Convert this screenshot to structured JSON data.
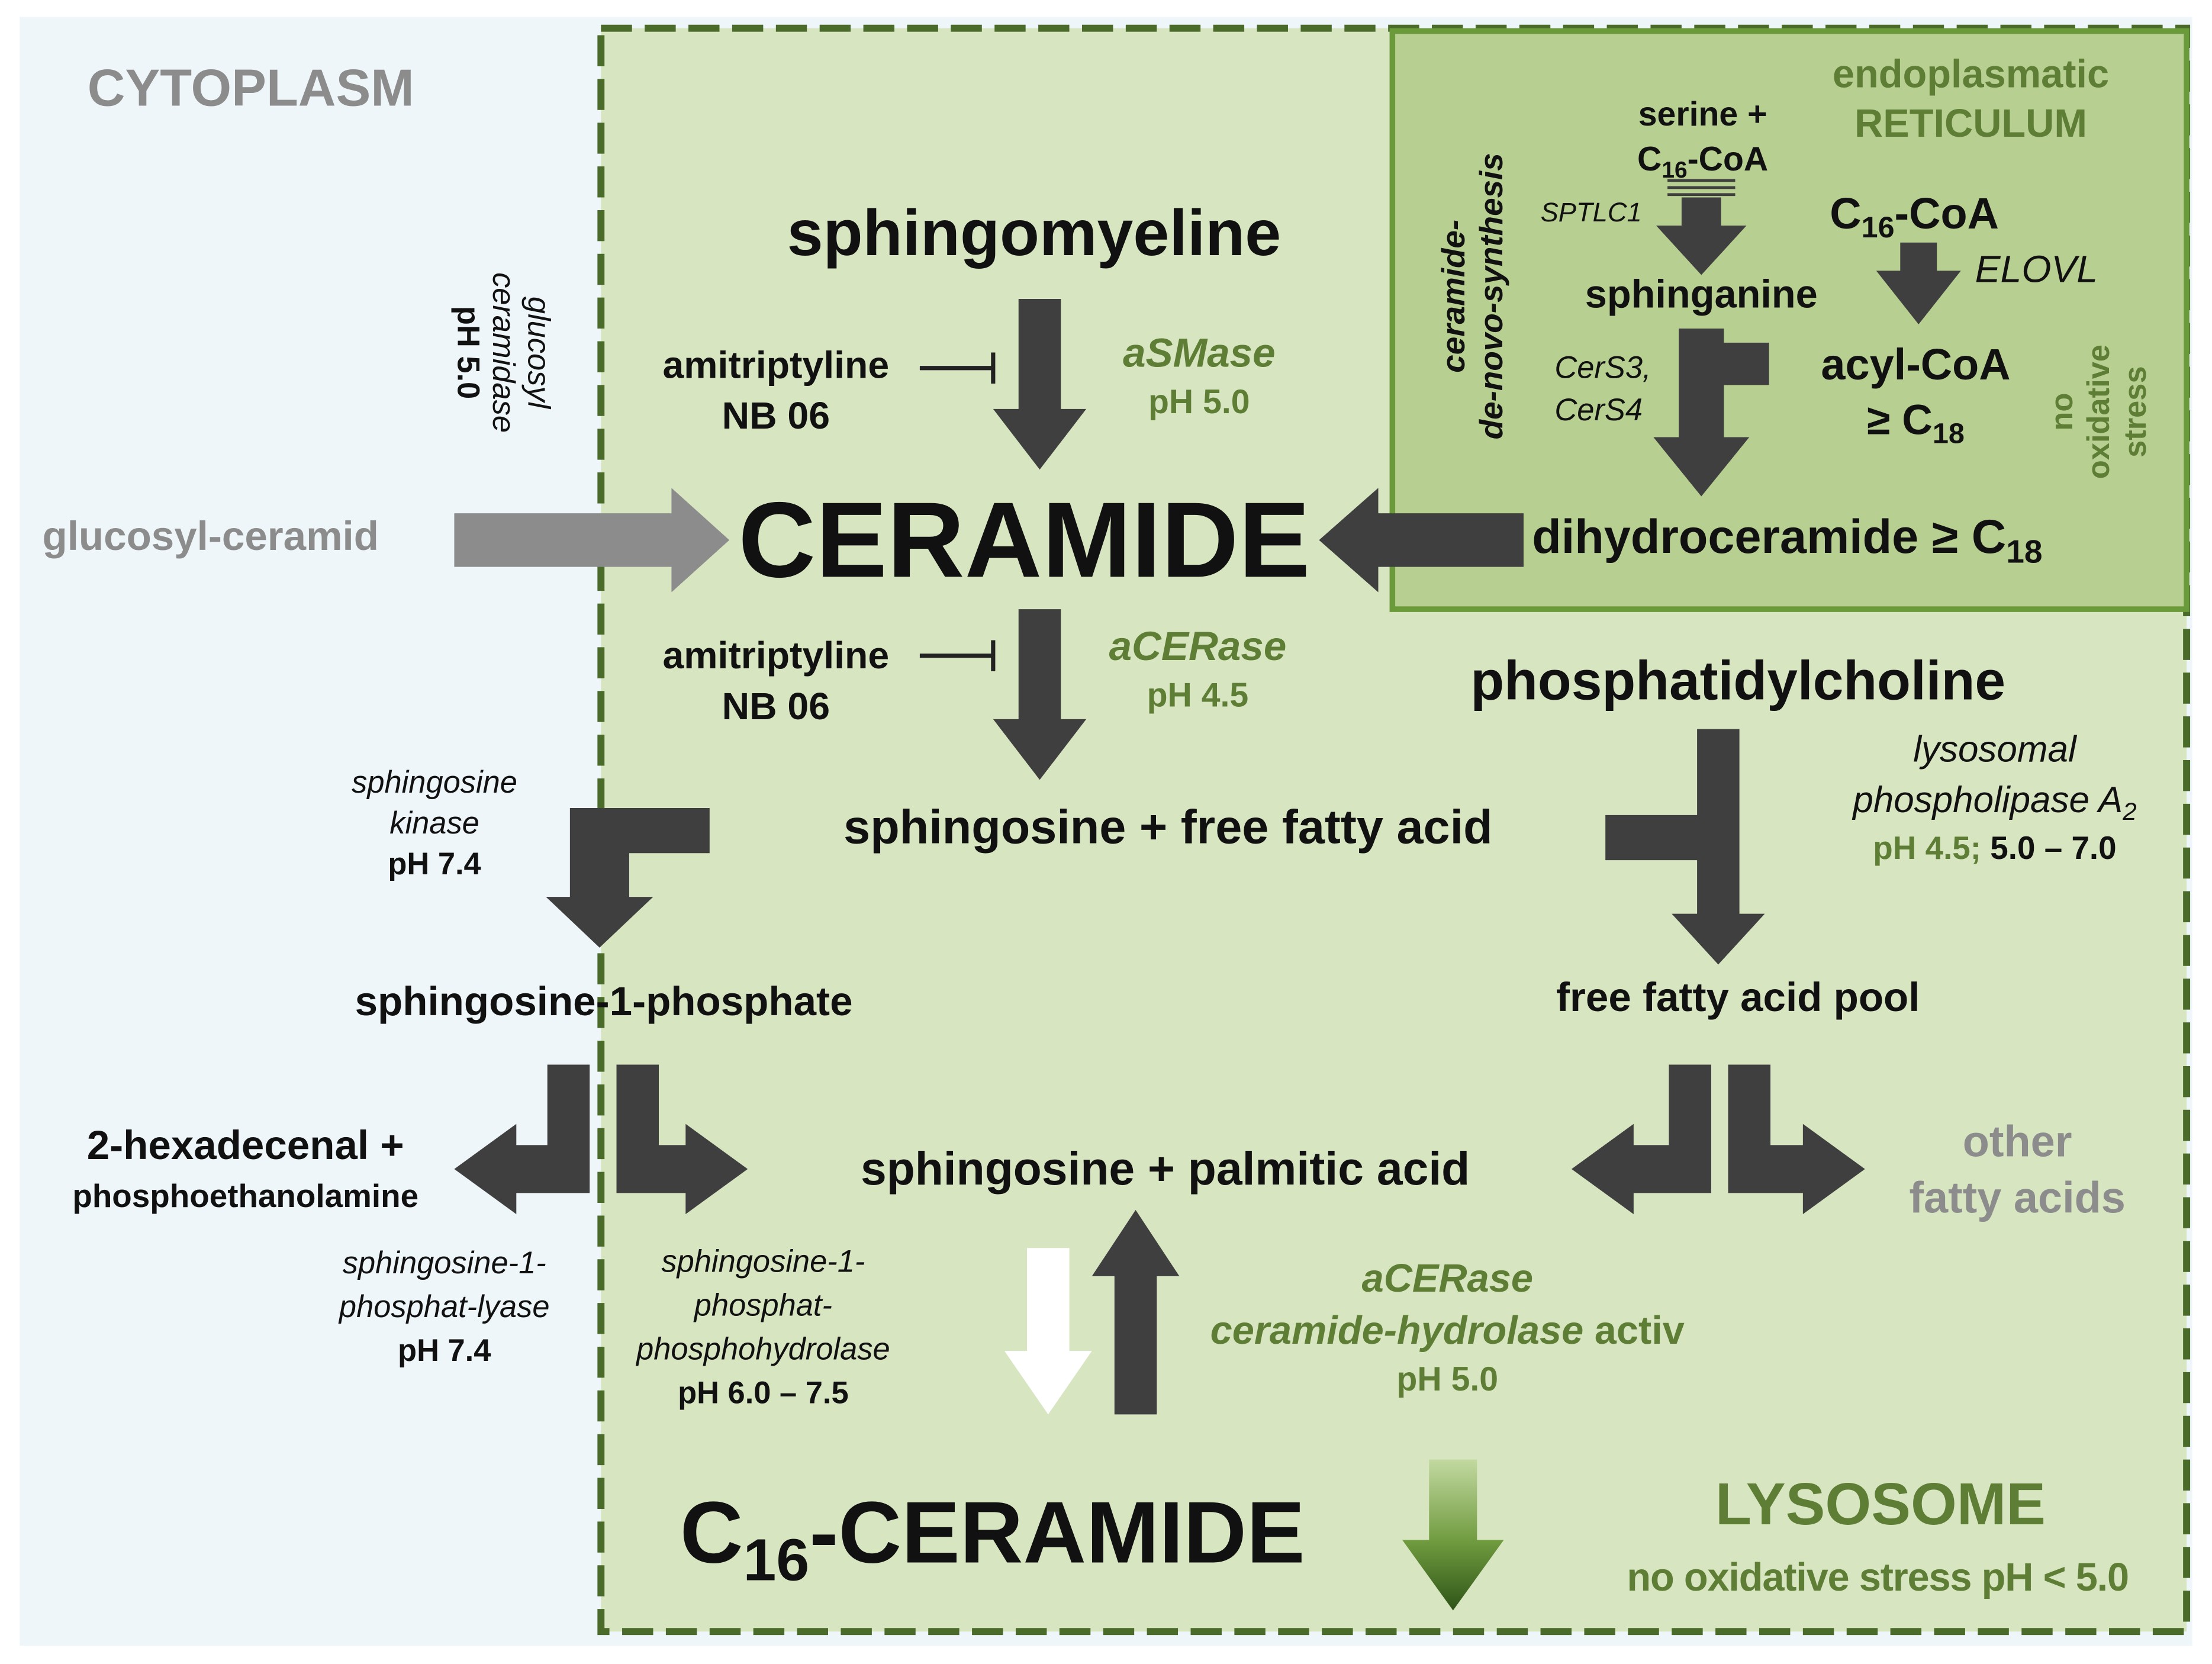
{
  "compartments": {
    "cytoplasm": "CYTOPLASM",
    "er_line1": "endoplasmatic",
    "er_line2": "RETICULUM",
    "lysosome": "LYSOSOME",
    "lysosome_condition": "no oxidative stress pH < 5.0"
  },
  "de_novo": {
    "label_line1": "ceramide-",
    "label_line2": "de-novo-synthesis",
    "serine_line1": "serine  +",
    "c16coa_small": "C16-CoA",
    "sptlc1": "SPTLC1",
    "sphinganine": "sphinganine",
    "c16coa_large": "C16-CoA",
    "elovl": "ELOVL",
    "cers_line1": "CerS3,",
    "cers_line2": "CerS4",
    "acylcoa_line1": "acyl-CoA",
    "acylcoa_line2": "≥ C18",
    "no_stress_line1": "no",
    "no_stress_line2": "oxidative",
    "no_stress_line3": "stress",
    "dihydroceramide": "dihydroceramide ≥ C18"
  },
  "nodes": {
    "sphingomyeline": "sphingomyeline",
    "ceramide": "CERAMIDE",
    "glucosyl_ceramid": "glucosyl-ceramid",
    "phosphatidylcholine": "phosphatidylcholine",
    "sphingosine_ffa": "sphingosine + free fatty acid",
    "s1p": "sphingosine-1-phosphate",
    "ffa_pool": "free fatty acid pool",
    "sph_palmitic": "sphingosine + palmitic acid",
    "hexadecenal_line1": "2-hexadecenal +",
    "hexadecenal_line2": "phosphoethanolamine",
    "other_fa_line1": "other",
    "other_fa_line2": "fatty acids",
    "c16_ceramide": "C16-CERAMIDE"
  },
  "enzymes": {
    "inhibitor1_line1": "amitriptyline",
    "inhibitor1_line2": "NB 06",
    "asmase": "aSMase",
    "asmase_ph": "pH 5.0",
    "inhibitor2_line1": "amitriptyline",
    "inhibitor2_line2": "NB 06",
    "acerase": "aCERase",
    "acerase_ph": "pH 4.5",
    "glucosylceramidase_line1": "glucosyl",
    "glucosylceramidase_line2": "ceramidase",
    "glucosylceramidase_ph": "pH 5.0",
    "sphk_line1": "sphingosine",
    "sphk_line2": "kinase",
    "sphk_ph": "pH 7.4",
    "pla2_line1": "lysosomal",
    "pla2_line2": "phospholipase A2",
    "pla2_ph_green": "pH 4.5;",
    "pla2_ph_black": " 5.0 – 7.0",
    "s1p_lyase_line1": "sphingosine-1-",
    "s1p_lyase_line2": "phosphat-lyase",
    "s1p_lyase_ph": "pH 7.4",
    "s1p_phosphohydrolase_line1": "sphingosine-1-",
    "s1p_phosphohydrolase_line2": "phosphat-",
    "s1p_phosphohydrolase_line3": "phosphohydrolase",
    "s1p_phosphohydrolase_ph": "pH 6.0 – 7.5",
    "acerase2_line1": "aCERase",
    "acerase2_line2_italic": "ceramide-hydrolase",
    "acerase2_line2_plain": " activ",
    "acerase2_ph": "pH 5.0"
  },
  "colors": {
    "cytoplasm_bg": "#eef6fa",
    "lysosome_bg": "#d7e5c1",
    "er_bg": "#b7cf91",
    "border_green": "#4a6b2a",
    "er_border": "#6b9a3a",
    "arrow_dark": "#3f3f3f",
    "arrow_grey": "#8c8c8c",
    "text_green": "#5e7d35"
  }
}
